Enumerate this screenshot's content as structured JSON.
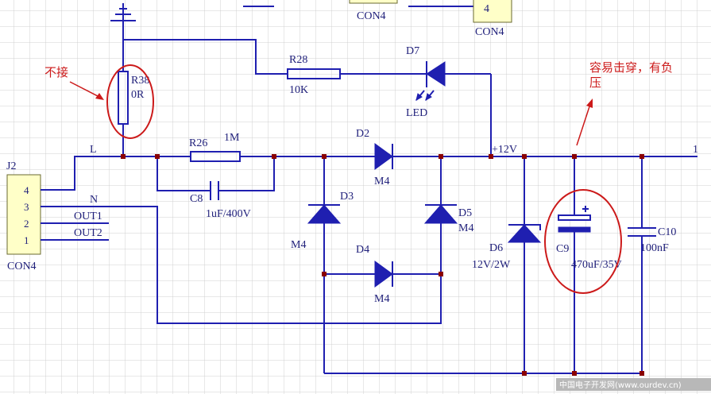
{
  "header_fragments": {
    "con4_left": "CON4",
    "con4_right": "CON4",
    "pin_right": "4"
  },
  "annotations": {
    "no_connect": "不接",
    "breakdown_line1": "容易击穿，有负",
    "breakdown_line2": "压"
  },
  "components": {
    "r38": {
      "ref": "R38",
      "value": "0R"
    },
    "r28": {
      "ref": "R28",
      "value": "10K"
    },
    "d7": {
      "ref": "D7",
      "value": "LED"
    },
    "r26": {
      "ref": "R26",
      "value": "1M"
    },
    "c8": {
      "ref": "C8",
      "value": "1uF/400V"
    },
    "d2": {
      "ref": "D2",
      "value": "M4"
    },
    "d3": {
      "ref": "D3",
      "value": "M4"
    },
    "d4": {
      "ref": "D4",
      "value": "M4"
    },
    "d5": {
      "ref": "D5",
      "value": "M4"
    },
    "d6": {
      "ref": "D6",
      "value": "12V/2W"
    },
    "c9": {
      "ref": "C9",
      "value": "470uF/35V"
    },
    "c10": {
      "ref": "C10",
      "value": "100nF"
    },
    "j2": {
      "ref": "J2",
      "type": "CON4",
      "pins": [
        "4",
        "3",
        "2",
        "1"
      ]
    }
  },
  "nets": {
    "l": "L",
    "n": "N",
    "out1": "OUT1",
    "out2": "OUT2",
    "plus12v": "+12V",
    "out_pin": "1"
  },
  "watermark": "中国电子开发网(www.ourdev.cn)",
  "colors": {
    "wire": "#1f1fb0",
    "annotation": "#cc1a1a",
    "grid": "#d0d0d0",
    "junction": "#8a0000"
  }
}
